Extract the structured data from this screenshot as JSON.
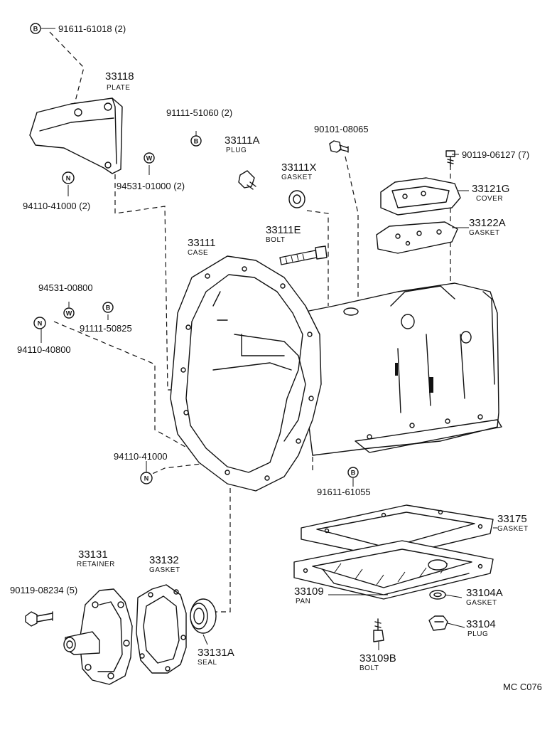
{
  "parts": {
    "p91611_61018": "91611-61018 (2)",
    "p33118": "33118",
    "p33118_name": "PLATE",
    "p91111_51060": "91111-51060 (2)",
    "p90101_08065": "90101-08065",
    "p33111A": "33111A",
    "p33111A_name": "PLUG",
    "p33111X": "33111X",
    "p33111X_name": "GASKET",
    "p90119_06127": "90119-06127 (7)",
    "p33121G": "33121G",
    "p33121G_name": "COVER",
    "p33122A": "33122A",
    "p33122A_name": "GASKET",
    "p94531_01000": "94531-01000 (2)",
    "p94110_41000_2": "94110-41000 (2)",
    "p33111E": "33111E",
    "p33111E_name": "BOLT",
    "p33111": "33111",
    "p33111_name": "CASE",
    "p94531_00800": "94531-00800",
    "p91111_50825": "91111-50825",
    "p94110_40800": "94110-40800",
    "p94110_41000": "94110-41000",
    "p91611_61055": "91611-61055",
    "p33175": "33175",
    "p33175_name": "GASKET",
    "p33131": "33131",
    "p33131_name": "RETAINER",
    "p33132": "33132",
    "p33132_name": "GASKET",
    "p90119_08234": "90119-08234 (5)",
    "p33109": "33109",
    "p33109_name": "PAN",
    "p33104A": "33104A",
    "p33104A_name": "GASKET",
    "p33131A": "33131A",
    "p33131A_name": "SEAL",
    "p33104": "33104",
    "p33104_name": "PLUG",
    "p33109B": "33109B",
    "p33109B_name": "BOLT"
  },
  "markers": {
    "b": "B",
    "w": "W",
    "n": "N"
  },
  "code": "MC C076"
}
